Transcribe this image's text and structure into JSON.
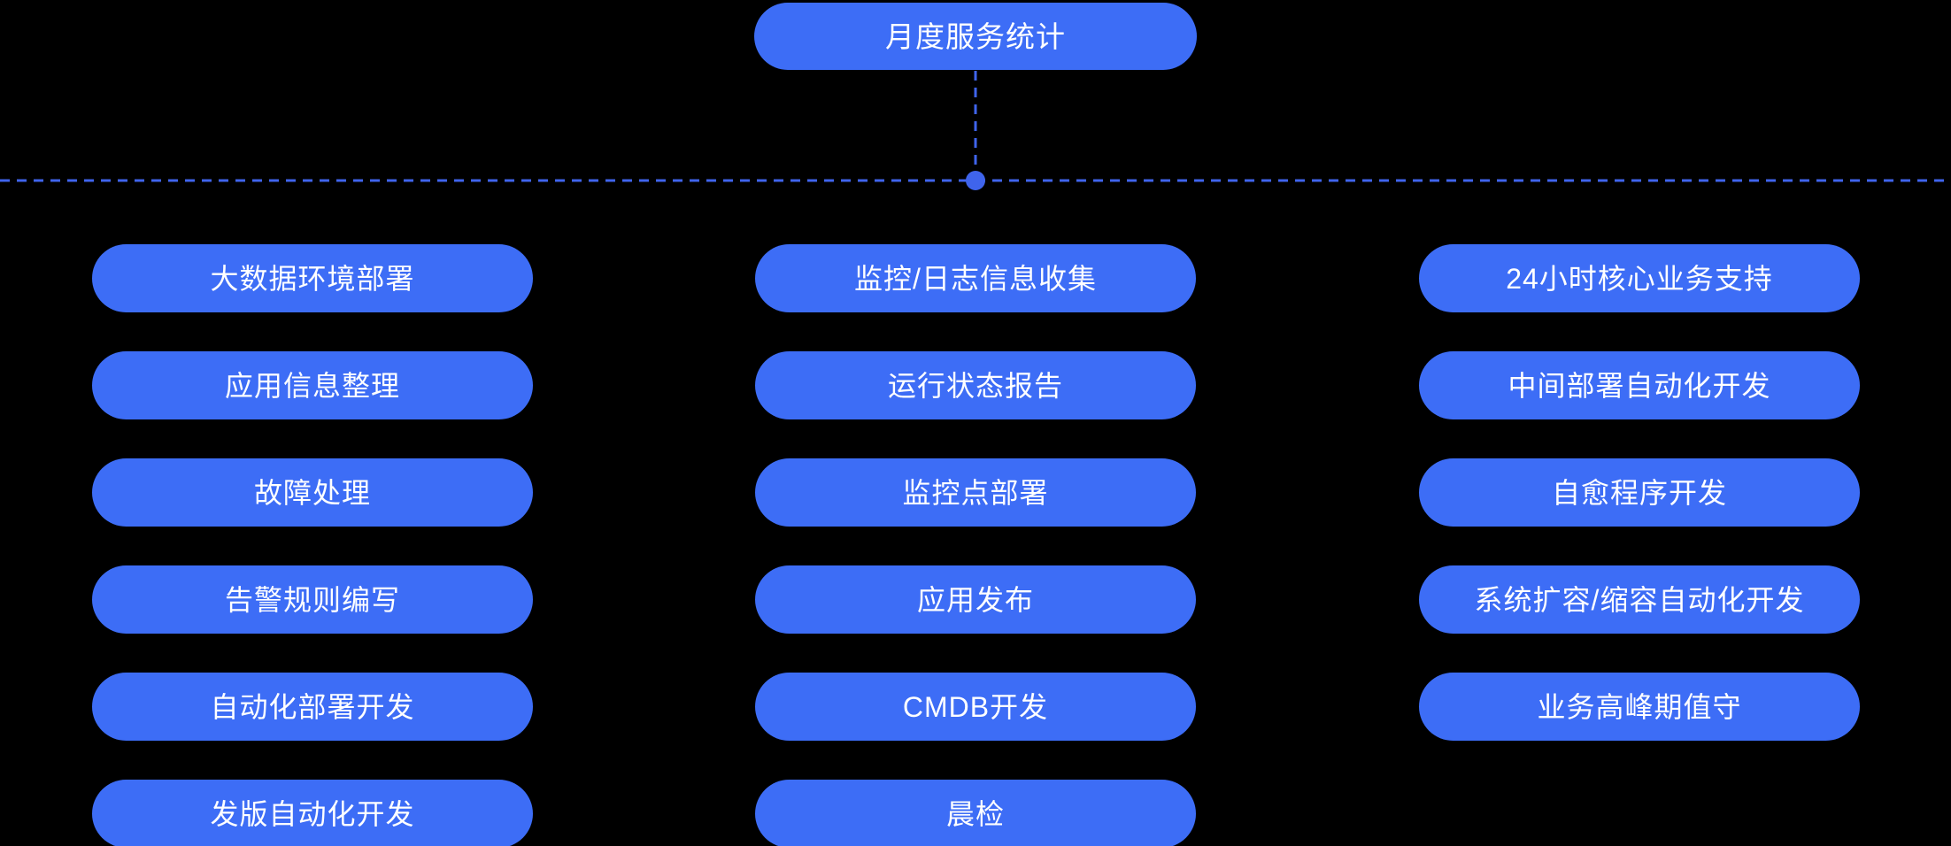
{
  "colors": {
    "background": "#000000",
    "node_fill": "#3D6DF6",
    "connector": "#3F64EC",
    "text": "#FFFFFF"
  },
  "root": {
    "label": "月度服务统计"
  },
  "columns": [
    {
      "items": [
        "大数据环境部署",
        "应用信息整理",
        "故障处理",
        "告警规则编写",
        "自动化部署开发",
        "发版自动化开发"
      ]
    },
    {
      "items": [
        "监控/日志信息收集",
        "运行状态报告",
        "监控点部署",
        "应用发布",
        "CMDB开发",
        "晨检"
      ]
    },
    {
      "items": [
        "24小时核心业务支持",
        "中间部署自动化开发",
        "自愈程序开发",
        "系统扩容/缩容自动化开发",
        "业务高峰期值守"
      ]
    }
  ]
}
